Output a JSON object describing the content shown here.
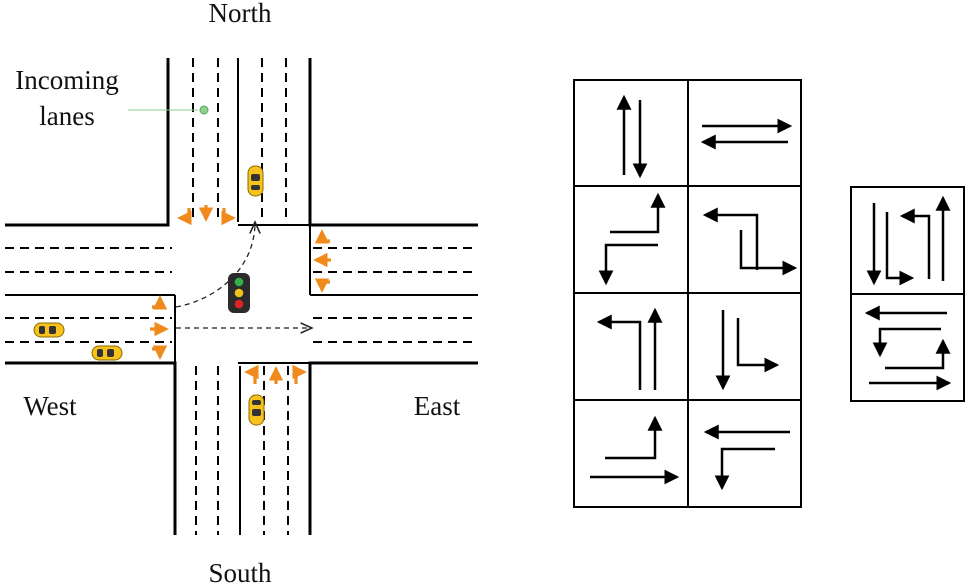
{
  "directions": {
    "north": "North",
    "south": "South",
    "east": "East",
    "west": "West"
  },
  "callout": {
    "line1": "Incoming",
    "line2": "lanes"
  },
  "colors": {
    "road_line": "#000000",
    "lane_arrow": "#f08a1c",
    "car": "#f6c21b",
    "callout_dot": "#8fd08f",
    "light_green": "#2fb34a",
    "light_yellow": "#f2c21c",
    "light_red": "#e02424"
  },
  "phase_grid": {
    "rows": 4,
    "cols": 2,
    "phases": [
      "NS-through",
      "EW-through",
      "WE-through-left",
      "EW-through-left",
      "NS-left-through",
      "NS-through-left",
      "WE-left-through",
      "EW-left-through"
    ]
  },
  "combined_grid": {
    "rows": 2,
    "cols": 1,
    "phases": [
      "NS-all-movements",
      "EW-all-movements"
    ]
  }
}
